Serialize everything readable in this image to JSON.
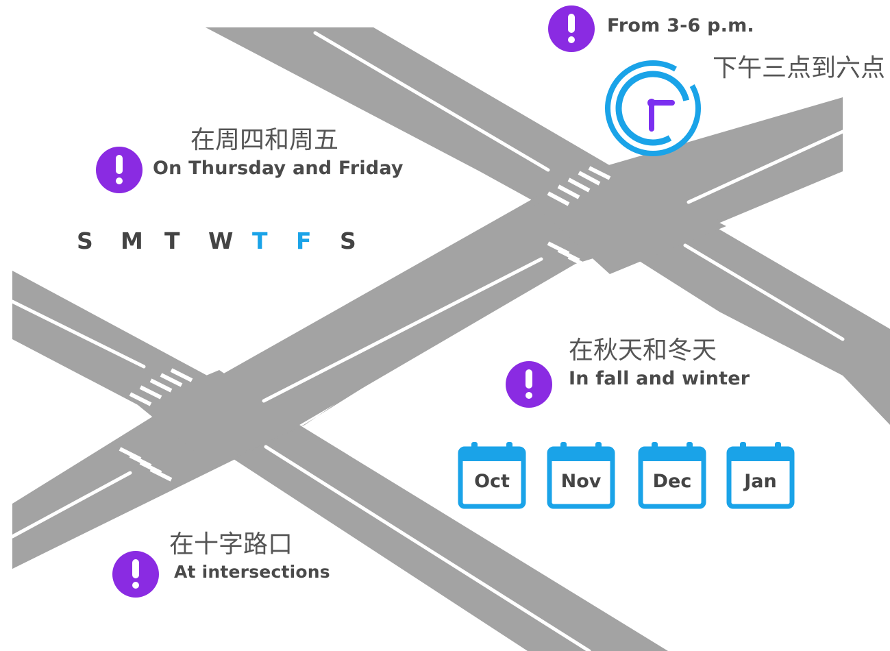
{
  "colors": {
    "road": "#a3a3a3",
    "marking": "#ffffff",
    "alert": "#8a2be2",
    "accent_blue": "#1aa3e8",
    "clock_hand": "#7b2ff0",
    "text": "#444444"
  },
  "labels": {
    "time_en": "From 3-6 p.m.",
    "time_zh": "下午三点到六点",
    "days_zh": "在周四和周五",
    "days_en": "On Thursday and Friday",
    "season_zh": "在秋天和冬天",
    "season_en": "In fall and winter",
    "place_zh": "在十字路口",
    "place_en": "At intersections"
  },
  "weekdays": [
    {
      "letter": "S",
      "highlight": false
    },
    {
      "letter": "M",
      "highlight": false
    },
    {
      "letter": "T",
      "highlight": false
    },
    {
      "letter": "W",
      "highlight": false
    },
    {
      "letter": "T",
      "highlight": true
    },
    {
      "letter": "F",
      "highlight": true
    },
    {
      "letter": "S",
      "highlight": false
    }
  ],
  "months": [
    "Oct",
    "Nov",
    "Dec",
    "Jan"
  ],
  "icons": {
    "alert": "exclamation-circle-icon",
    "clock": "clock-icon",
    "calendar": "calendar-icon"
  }
}
